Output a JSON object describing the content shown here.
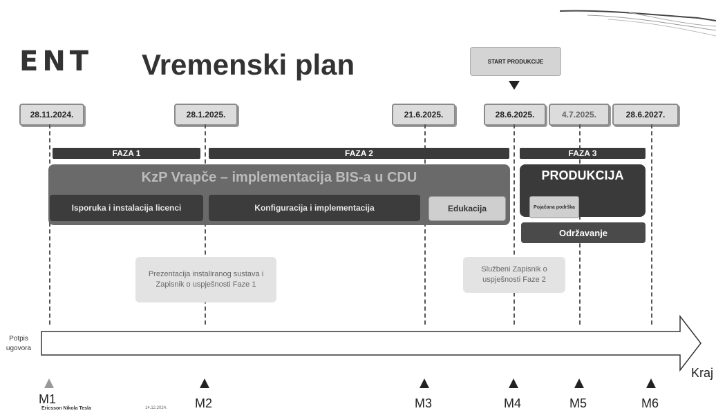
{
  "header": {
    "logo": "ENT",
    "title": "Vremenski plan",
    "start_label": "START PRODUKCIJE"
  },
  "dates": [
    "28.11.2024.",
    "28.1.2025.",
    "21.6.2025.",
    "28.6.2025.",
    "4.7.2025.",
    "28.6.2027."
  ],
  "phases": {
    "faza1": "FAZA 1",
    "faza2": "FAZA 2",
    "faza3": "FAZA 3"
  },
  "project": {
    "title": "KzP Vrapče – implementacija BIS-a u CDU",
    "isporuka": "Isporuka i instalacija licenci",
    "konfiguracija": "Konfiguracija i implementacija",
    "edukacija": "Edukacija"
  },
  "production": {
    "title": "PRODUKCIJA",
    "support": "Pojačana podrška",
    "maintenance": "Održavanje"
  },
  "notes": {
    "note1": "Prezentacija instaliranog sustava i Zapisnik o uspješnosti Faze 1",
    "note2": "Službeni Zapisnik o uspješnosti Faze 2"
  },
  "timeline": {
    "start_label": "Potpis ugovora",
    "end_label": "Kraj",
    "milestones": [
      "M1",
      "M2",
      "M3",
      "M4",
      "M5",
      "M6"
    ]
  },
  "footer": {
    "company": "Ericsson Nikola Tesla",
    "date": "14.12.2024."
  }
}
